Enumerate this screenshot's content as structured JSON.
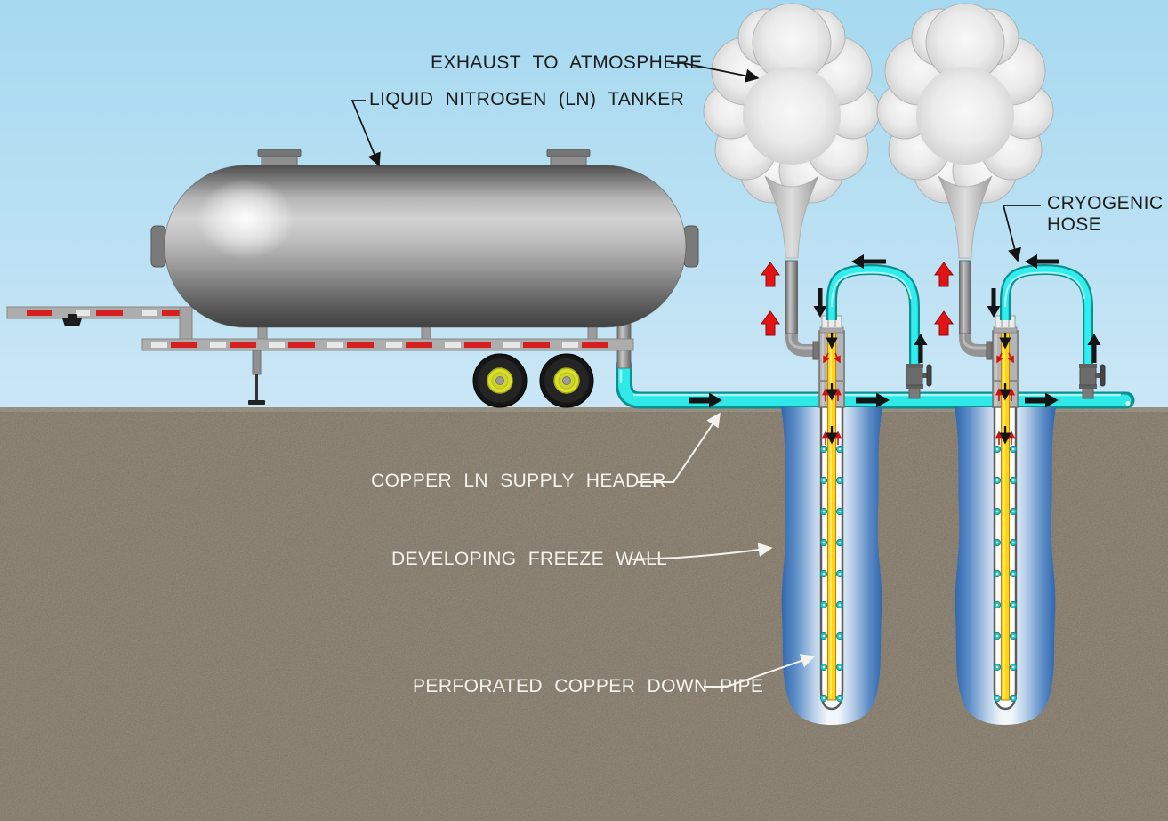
{
  "labels": {
    "exhaust_to_atmosphere": "EXHAUST TO ATMOSPHERE",
    "liquid_nitrogen_tanker": "LIQUID NITROGEN (LN) TANKER",
    "cryogenic_hose": "CRYOGENIC HOSE",
    "copper_ln_supply_header": "COPPER LN SUPPLY HEADER",
    "developing_freeze_wall": "DEVELOPING FREEZE WALL",
    "perforated_copper_down_pipe": "PERFORATED COPPER DOWN PIPE"
  },
  "colors": {
    "sky_top": "#a6d9f0",
    "sky_bottom": "#eef6fb",
    "soil_brown": "#776d5e",
    "freeze_wall_blue": "#2f66ac",
    "supply_pipe_cyan": "#2fe9e9",
    "down_pipe_yellow": "#ffd513",
    "tank_gray": "#9a9a9a",
    "wheel_hub_yellow": "#d8e02b",
    "reflector_red": "#d42020",
    "exhaust_arrow_red": "#e31313",
    "flow_arrow_black": "#141414",
    "label_dark": "#1d1d1d",
    "label_light": "#f4f2ec"
  },
  "icons": {
    "red_block_arrow": "exhaust-up-arrow",
    "black_arrow": "flow-direction-arrow",
    "cloud": "nitrogen-vapor-plume"
  }
}
